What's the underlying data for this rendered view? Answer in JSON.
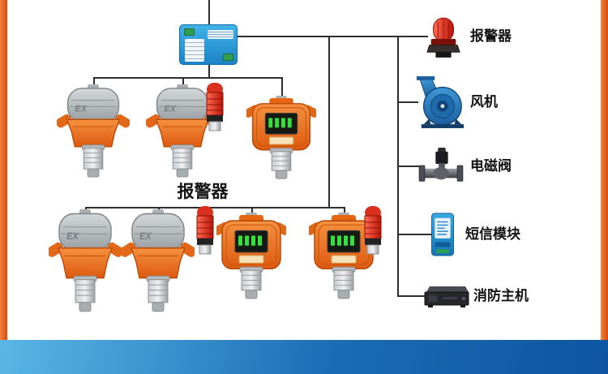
{
  "colors": {
    "accent_orange": "#e8591a",
    "banner_blue": "#1565ae",
    "line_color": "#2e2e2e",
    "detector_orange": "#e8650f",
    "detector_gray": "#aab0b3",
    "alarm_red": "#d42a1a",
    "fan_blue": "#2a7fc0",
    "display_green": "#35e03a"
  },
  "diagram": {
    "center_label": "报警器",
    "detector_marking": "EX",
    "top_module_icon": "signal-converter-module-icon",
    "detector_icons": [
      "gas-detector-dome-icon",
      "gas-detector-display-icon",
      "red-sounder-icon"
    ],
    "outputs": [
      {
        "id": "alarm",
        "label": "报警器",
        "icon": "alarm-beacon-icon"
      },
      {
        "id": "fan",
        "label": "风机",
        "icon": "fan-blower-icon"
      },
      {
        "id": "valve",
        "label": "电磁阀",
        "icon": "solenoid-valve-icon"
      },
      {
        "id": "sms",
        "label": "短信模块",
        "icon": "sms-module-icon"
      },
      {
        "id": "host",
        "label": "消防主机",
        "icon": "fire-control-host-icon"
      }
    ]
  }
}
